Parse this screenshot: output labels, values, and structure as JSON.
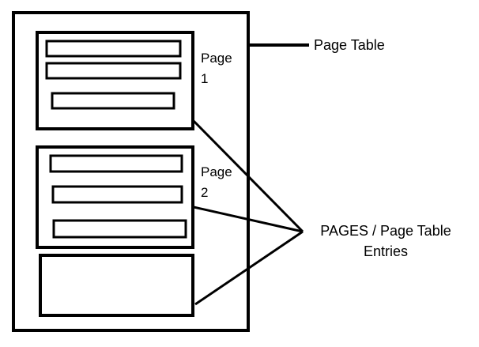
{
  "diagram": {
    "title_label": "Page Table",
    "pages": [
      {
        "word": "Page",
        "num": "1"
      },
      {
        "word": "Page",
        "num": "2"
      }
    ],
    "entries_label": {
      "line1": "PAGES / Page Table",
      "line2": "Entries"
    },
    "colors": {
      "stroke": "#000000",
      "background": "#ffffff"
    }
  }
}
